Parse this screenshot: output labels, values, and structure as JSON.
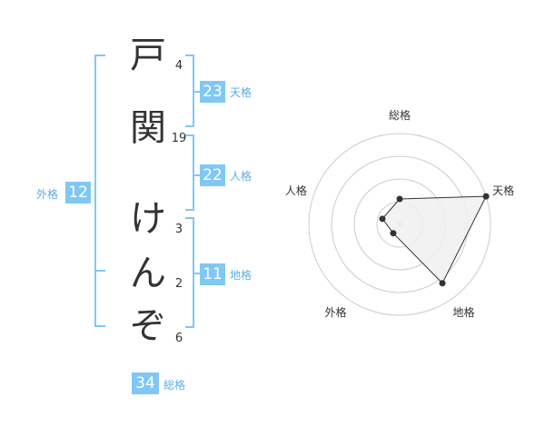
{
  "characters": [
    {
      "char": "戸",
      "strokes": "4"
    },
    {
      "char": "関",
      "strokes": "19"
    },
    {
      "char": "け",
      "strokes": "3"
    },
    {
      "char": "ん",
      "strokes": "2"
    },
    {
      "char": "ぞ",
      "strokes": "6"
    }
  ],
  "kaku": {
    "tenkaku": {
      "label": "天格",
      "value": "23"
    },
    "jinkaku": {
      "label": "人格",
      "value": "22"
    },
    "chikaku": {
      "label": "地格",
      "value": "11"
    },
    "gaikaku": {
      "label": "外格",
      "value": "12"
    },
    "soukaku": {
      "label": "総格",
      "value": "34"
    }
  },
  "radar": {
    "axes": [
      "総格",
      "天格",
      "地格",
      "外格",
      "人格"
    ],
    "values": [
      0.28,
      1.0,
      0.8,
      0.12,
      0.2
    ],
    "rings": 4,
    "colors": {
      "fill": "#f0f0f0",
      "line": "#333333",
      "ring": "#cccccc",
      "center": "#cccccc"
    }
  }
}
